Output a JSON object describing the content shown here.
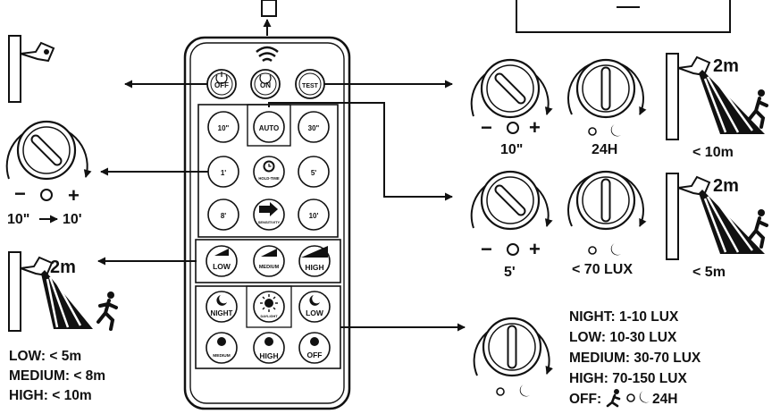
{
  "remote": {
    "row1": {
      "off": "OFF",
      "on": "ON",
      "test": "TEST"
    },
    "time_grid": {
      "row1": [
        "10\"",
        "AUTO",
        "30\""
      ],
      "row2": [
        "1'",
        "HOLD-TIME",
        "5'"
      ],
      "row3": [
        "8'",
        "SENSITIVITY",
        "10'"
      ]
    },
    "sensitivity_row": [
      "LOW",
      "MEDIUM",
      "HIGH"
    ],
    "lux_row1": [
      "NIGHT",
      "DAYLIGHT",
      "LOW"
    ],
    "lux_row2": [
      "MEDIUM",
      "HIGH",
      "OFF"
    ]
  },
  "callouts": {
    "hold_time_range": {
      "from": "10\"",
      "to": "10'"
    },
    "range_left": {
      "distance": "2m"
    },
    "range_legend": [
      "LOW: < 5m",
      "MEDIUM: < 8m",
      "HIGH: < 10m"
    ],
    "test_mode": {
      "time": "10\"",
      "lux": "24H",
      "range_distance": "2m",
      "range": "< 10m"
    },
    "auto_mode": {
      "time": "5'",
      "lux": "< 70 LUX",
      "range_distance": "2m",
      "range": "< 5m"
    },
    "lux_legend": [
      "NIGHT: 1-10 LUX",
      "LOW: 10-30 LUX",
      "MEDIUM: 30-70 LUX",
      "HIGH: 70-150 LUX",
      "OFF:"
    ],
    "lux_off_suffix": "24H",
    "dial_signs": {
      "minus": "−",
      "plus": "+"
    }
  }
}
